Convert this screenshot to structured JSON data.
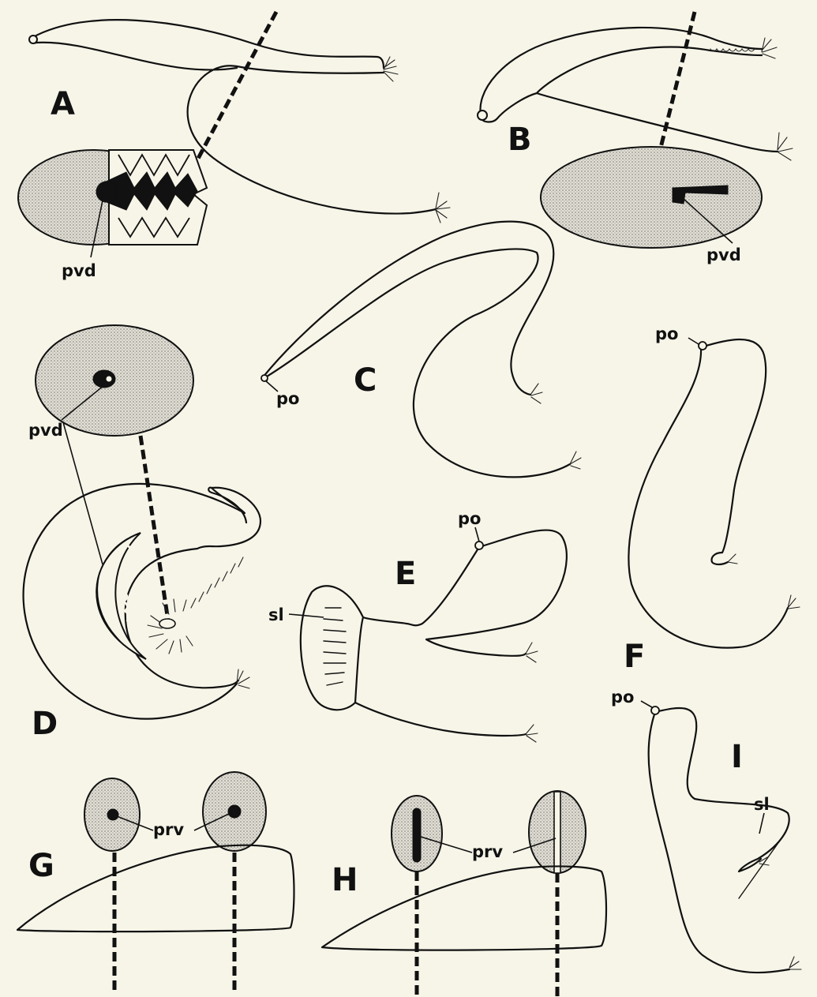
{
  "colors": {
    "background": "#f7f5e8",
    "ink": "#111111",
    "stipple": "#d6d4cc"
  },
  "panels": {
    "a": {
      "letter": "A",
      "label": "pvd"
    },
    "b": {
      "letter": "B",
      "label": "pvd"
    },
    "c": {
      "letter": "C",
      "label": "po"
    },
    "d": {
      "letter": "D",
      "label": "pvd"
    },
    "e": {
      "letter": "E",
      "label_po": "po",
      "label_sl": "sl"
    },
    "f": {
      "letter": "F",
      "label": "po"
    },
    "g": {
      "letter": "G",
      "label": "prv"
    },
    "h": {
      "letter": "H",
      "label": "prv"
    },
    "i": {
      "letter": "I",
      "label_po": "po",
      "label_sl": "sl"
    }
  }
}
